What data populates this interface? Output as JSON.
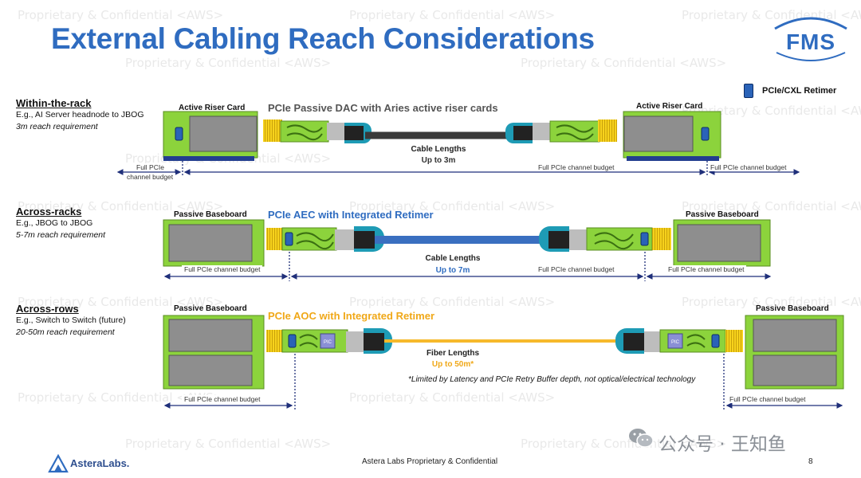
{
  "watermark": "Proprietary & Confidential <AWS>",
  "title": "External Cabling Reach Considerations",
  "logo_text": "FMS",
  "legend": {
    "label": "PCIe/CXL Retimer",
    "color": "#2a63b8"
  },
  "colors": {
    "title": "#2f6cc0",
    "card_green": "#8cd33c",
    "dac_cable": "#3a3a3a",
    "aec_cable": "#3a6fc0",
    "aoc_fiber": "#f6b92b",
    "teal_connector": "#1e9bb5"
  },
  "sections": [
    {
      "heading": "Within-the-rack",
      "desc1": "E.g., AI Server headnode to JBOG",
      "desc2": "3m reach requirement",
      "cable_title": "PCIe Passive DAC with Aries active riser cards",
      "cable_title_color": "#555555",
      "left_card": "Active Riser Card",
      "right_card": "Active Riser Card",
      "length_label": "Cable Lengths",
      "length_value": "Up to 3m",
      "length_value_color": "#333333",
      "budget_left_1": "Full PCIe",
      "budget_left_2": "channel budget",
      "budget_mid": "Full PCIe channel budget",
      "budget_right": "Full PCIe channel budget"
    },
    {
      "heading": "Across-racks",
      "desc1": "E.g., JBOG to JBOG",
      "desc2": "5-7m reach requirement",
      "cable_title": "PCIe AEC with Integrated Retimer",
      "cable_title_color": "#2f6cc0",
      "left_card": "Passive Baseboard",
      "right_card": "Passive Baseboard",
      "length_label": "Cable Lengths",
      "length_value": "Up to 7m",
      "length_value_color": "#2f6cc0",
      "budget_left": "Full PCIe channel budget",
      "budget_mid": "Full PCIe channel budget",
      "budget_right": "Full PCIe channel budget"
    },
    {
      "heading": "Across-rows",
      "desc1": "E.g., Switch to Switch (future)",
      "desc2": "20-50m reach requirement",
      "cable_title": "PCIe AOC with Integrated Retimer",
      "cable_title_color": "#f0a818",
      "left_card": "Passive Baseboard",
      "right_card": "Passive Baseboard",
      "length_label": "Fiber Lengths",
      "length_value": "Up to 50m*",
      "length_value_color": "#f0a818",
      "pic_label": "PIC",
      "budget_left": "Full PCIe channel budget",
      "budget_right": "Full PCIe channel budget",
      "note": "*Limited by Latency and PCIe Retry Buffer depth, not optical/electrical technology"
    }
  ],
  "footer": {
    "company": "AsteraLabs.",
    "center": "Astera Labs Proprietary & Confidential",
    "page": "8",
    "wechat": "公众号 · 王知鱼"
  }
}
